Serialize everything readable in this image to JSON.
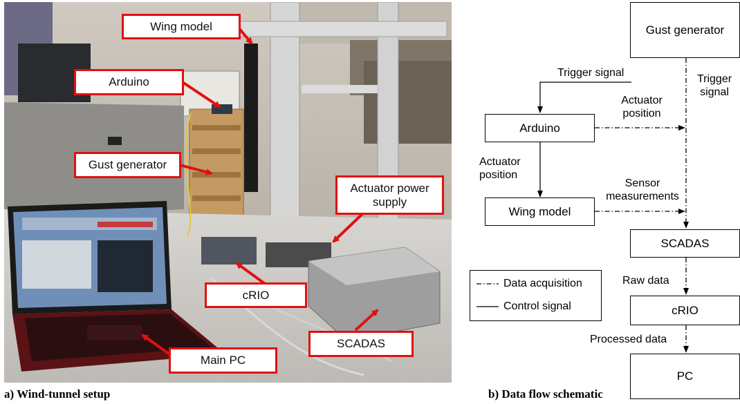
{
  "photo": {
    "callouts": {
      "wing_model": "Wing model",
      "arduino": "Arduino",
      "gust_generator": "Gust generator",
      "actuator_power_supply": "Actuator power supply",
      "crio": "cRIO",
      "scadas": "SCADAS",
      "main_pc": "Main PC"
    },
    "caption": "a) Wind-tunnel setup"
  },
  "schematic": {
    "nodes": {
      "gust_generator": "Gust generator",
      "arduino": "Arduino",
      "wing_model": "Wing model",
      "scadas": "SCADAS",
      "crio": "cRIO",
      "pc": "PC"
    },
    "labels": {
      "trigger_signal_top": "Trigger signal",
      "trigger_signal_right": "Trigger signal",
      "actuator_position_right": "Actuator position",
      "actuator_position_left": "Actuator position",
      "sensor_measurements": "Sensor measurements",
      "raw_data": "Raw data",
      "processed_data": "Processed data"
    },
    "legend": {
      "data_acquisition": "Data acquisition",
      "control_signal": "Control signal"
    },
    "caption": "b) Data flow schematic"
  },
  "colors": {
    "callout_border": "#e01010",
    "arrow": "#e01010"
  }
}
